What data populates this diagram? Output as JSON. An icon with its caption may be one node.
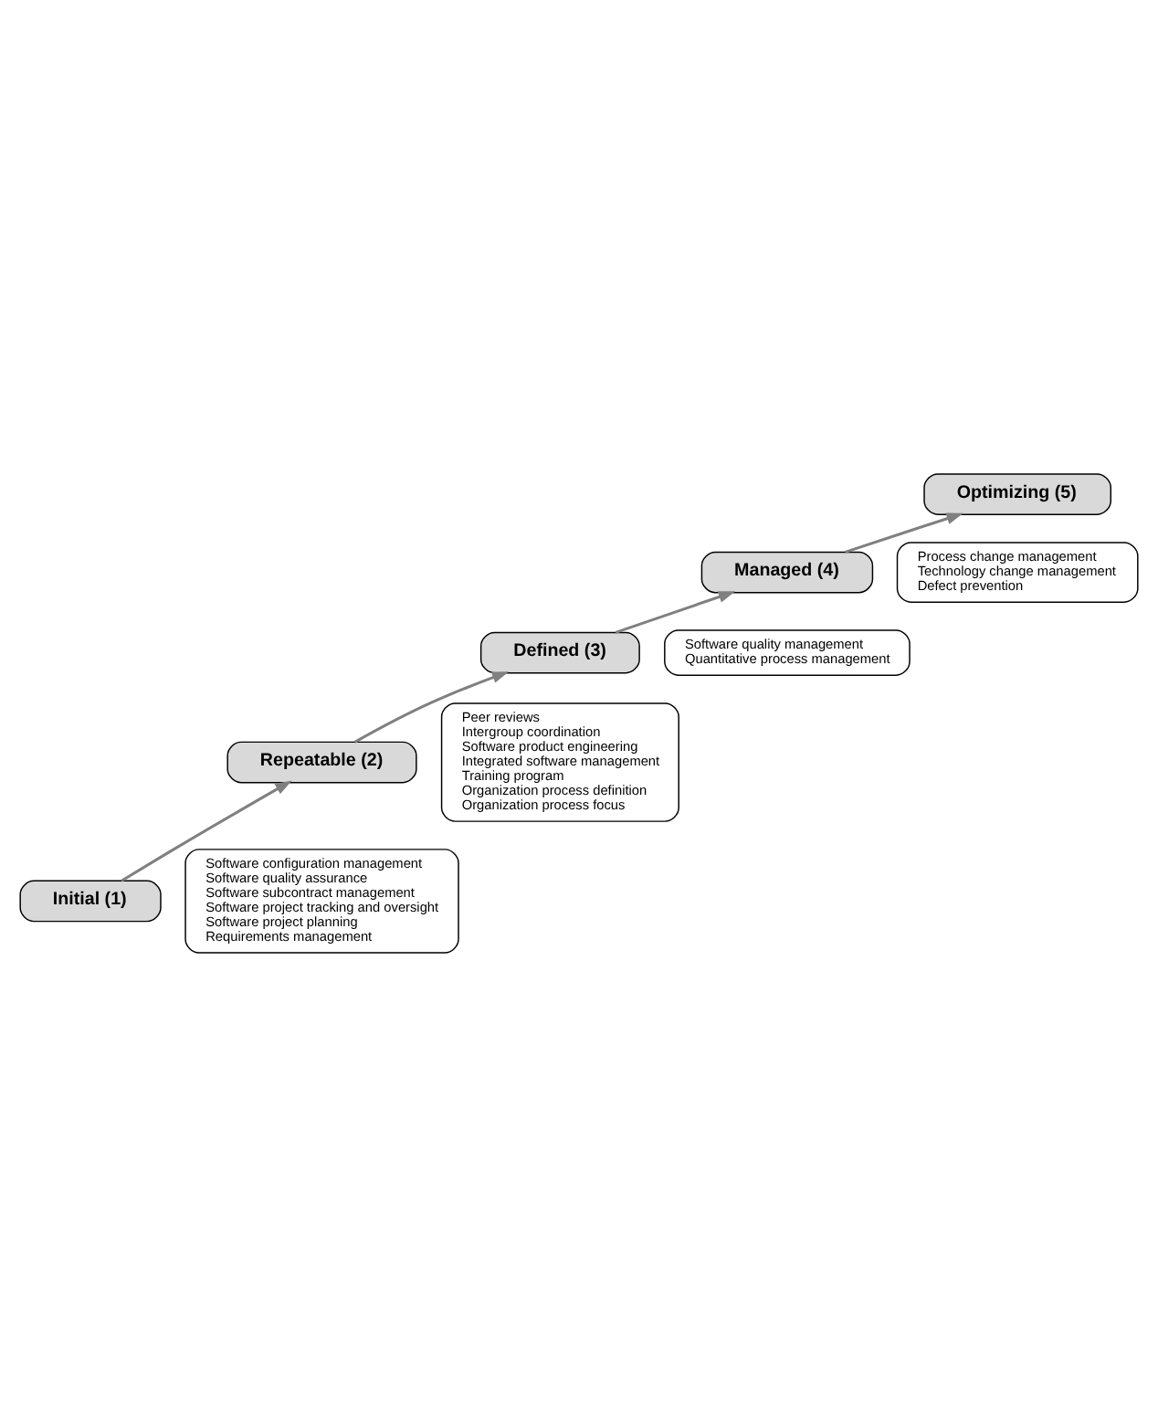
{
  "diagram": {
    "nodes": [
      {
        "text": [
          "Optimizing (5)"
        ]
      },
      {
        "text": [
          "Process change management",
          "Technology change management",
          "Defect prevention"
        ]
      },
      {
        "text": [
          "Managed (4)"
        ]
      },
      {
        "text": [
          "Software quality management",
          "Quantitative process management"
        ]
      },
      {
        "text": [
          "Defined (3)"
        ]
      },
      {
        "text": [
          "Peer reviews",
          "Intergroup coordination",
          "Software product engineering",
          "Integrated software management",
          "Training program",
          "Organization process definition",
          "Organization process focus"
        ]
      },
      {
        "text": [
          "Repeatable (2)"
        ]
      },
      {
        "text": [
          "Software configuration management",
          "Software quality assurance",
          "Software subcontract management",
          "Software project tracking and oversight",
          "Software project planning",
          "Requirements management"
        ]
      },
      {
        "text": [
          "Initial (1)"
        ]
      }
    ],
    "edges": [
      {
        "from": 8,
        "to": 6,
        "arrow": "to",
        "color": "#808080"
      },
      {
        "from": 6,
        "to": 4,
        "arrow": "to",
        "color": "#808080"
      },
      {
        "from": 4,
        "to": 2,
        "arrow": "to",
        "color": "#808080"
      },
      {
        "from": 2,
        "to": 0,
        "arrow": "to",
        "color": "#808080"
      }
    ]
  }
}
